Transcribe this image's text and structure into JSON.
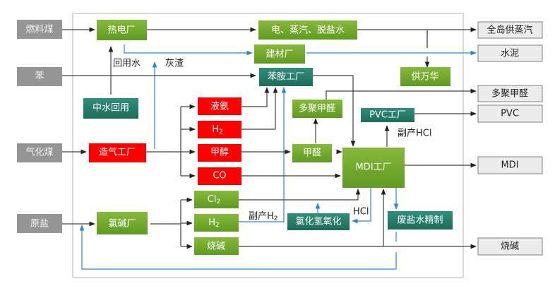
{
  "colors": {
    "input_box": "#959595",
    "output_box_fill": "#ececec",
    "output_box_border": "#7f7f7f",
    "green_top": "#86b93a",
    "green_bottom": "#5f9a22",
    "teal_top": "#2f8f7a",
    "teal_bottom": "#1d6b5b",
    "red": "#ff0000",
    "black_line": "#404040",
    "blue_line": "#2e86d1"
  },
  "inputs": {
    "fuel_coal": "燃料煤",
    "benzene": "苯",
    "gasification_coal": "气化煤",
    "raw_salt": "原盐"
  },
  "outputs": {
    "island_steam": "全岛供蒸汽",
    "cement": "水泥",
    "polyformaldehyde": "多聚甲醛",
    "pvc": "PVC",
    "mdi": "MDI",
    "caustic_soda": "烧碱"
  },
  "plants": {
    "thermal_power": "热电厂",
    "power_steam_water": "电、蒸汽、脱盐水",
    "building_materials": "建材厂",
    "supply_wanhua": "供万华",
    "aniline": "苯胺工厂",
    "reclaimed_water": "中水回用",
    "gas_plant": "造气工厂",
    "liquid_ammonia": "液氨",
    "h2_gas": "H",
    "methanol": "甲醇",
    "co": "CO",
    "polyformaldehyde_plant": "多聚甲醛",
    "formaldehyde": "甲醛",
    "pvc_plant": "PVC工厂",
    "mdi_plant": "MDI工厂",
    "chlor_alkali": "氯碱厂",
    "cl2": "Cl",
    "h2_salt": "H",
    "caustic": "烧碱",
    "hcl_oxidation": "氯化氢氧化",
    "brine_refining": "废盐水精制"
  },
  "labels": {
    "recycled_water": "回用水",
    "ash_slag": "灰渣",
    "byproduct_hcl": "副产HCl",
    "byproduct_h2": "副产H",
    "hcl": "HCl",
    "subscript_2": "2"
  }
}
